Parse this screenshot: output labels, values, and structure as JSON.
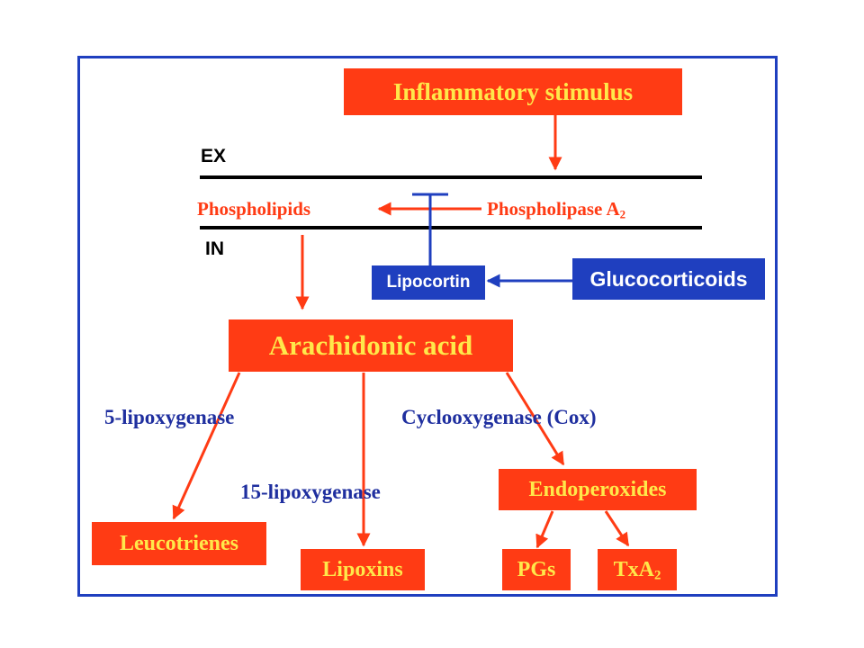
{
  "stimulus": "Inflammatory stimulus",
  "membrane": {
    "outside": "EX",
    "inside": "IN"
  },
  "phospholipids": "Phospholipids",
  "pla2": {
    "text": "Phospholipase A",
    "sub": "2"
  },
  "lipocortin": "Lipocortin",
  "glucocorticoids": "Glucocorticoids",
  "arachidonic": "Arachidonic acid",
  "enzymes": {
    "lox5": "5-lipoxygenase",
    "lox15": "15-lipoxygenase",
    "cox": "Cyclooxygenase (Cox)"
  },
  "products": {
    "leucotrienes": "Leucotrienes",
    "lipoxins": "Lipoxins",
    "endoperoxides": "Endoperoxides",
    "pgs": "PGs",
    "txa": {
      "text": "TxA",
      "sub": "2"
    }
  },
  "colors": {
    "box_red": "#ff3b14",
    "box_text_yellow": "#ffe84a",
    "inhibitor_blue": "#1f3fbf",
    "enzyme_navy": "#1f2f9f"
  }
}
